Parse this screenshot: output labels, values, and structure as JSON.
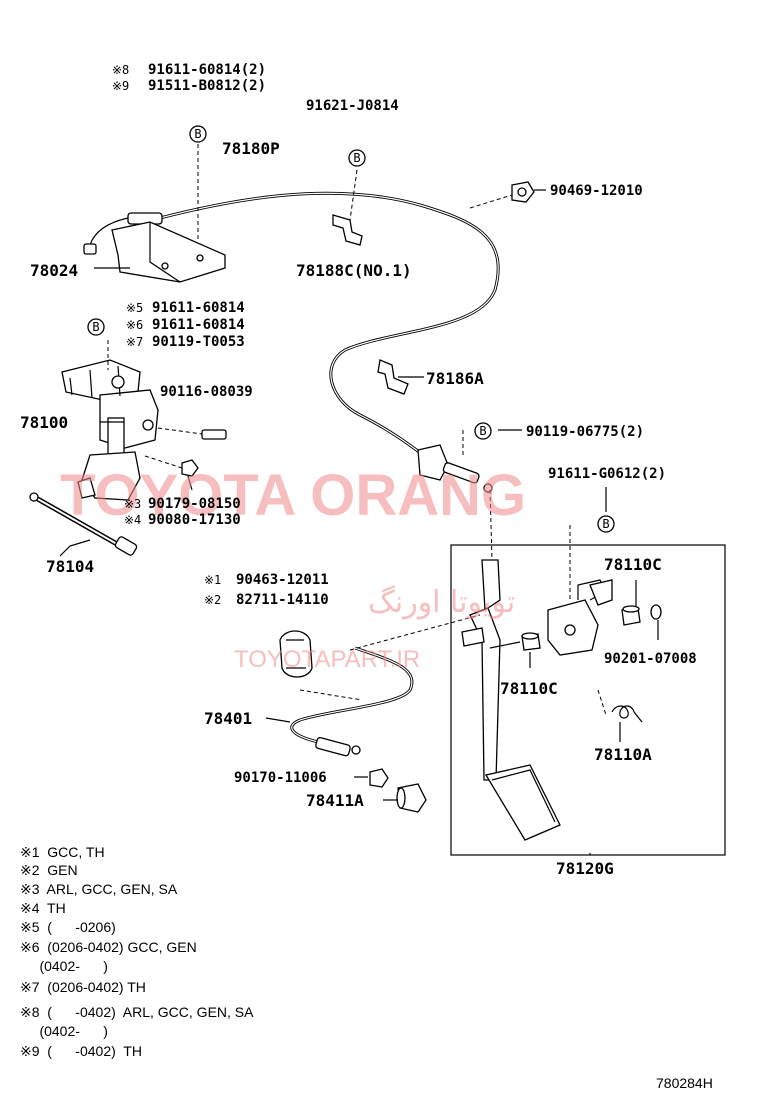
{
  "parts": {
    "p91611_60814_2": "91611-60814(2)",
    "p91511_b0812_2": "91511-B0812(2)",
    "p91621_j0814": "91621-J0814",
    "p78180p": "78180P",
    "p90469_12010": "90469-12010",
    "p78024": "78024",
    "p78188c": "78188C(NO.1)",
    "p91611_60814_a": "91611-60814",
    "p91611_60814_b": "91611-60814",
    "p90119_t0053": "90119-T0053",
    "p78186a": "78186A",
    "p90116_08039": "90116-08039",
    "p78100": "78100",
    "p90119_06775": "90119-06775(2)",
    "p91611_g0612": "91611-G0612(2)",
    "p90179_08150": "90179-08150",
    "p90080_17130": "90080-17130",
    "p78104": "78104",
    "p78110c_a": "78110C",
    "p90463_12011": "90463-12011",
    "p82711_14110": "82711-14110",
    "p90201_07008": "90201-07008",
    "p78110c_b": "78110C",
    "p78401": "78401",
    "p78110a": "78110A",
    "p90170_11006": "90170-11006",
    "p78411a": "78411A",
    "p78120g": "78120G"
  },
  "markers": {
    "m8": "※8",
    "m9": "※9",
    "m5": "※5",
    "m6": "※6",
    "m7": "※7",
    "m3": "※3",
    "m4": "※4",
    "m1": "※1",
    "m2": "※2",
    "bolt": "B"
  },
  "footnotes": [
    "※1  GCC, TH",
    "※2  GEN",
    "※3  ARL, GCC, GEN, SA",
    "※4  TH",
    "※5  (      -0206)",
    "※6  (0206-0402) GCC, GEN",
    "     (0402-      )",
    "※7  (0206-0402) TH",
    "※8  (      -0402)  ARL, GCC, GEN, SA",
    "     (0402-      )",
    "※9  (      -0402)  TH"
  ],
  "watermark": {
    "main": "TOYOTA ORANG",
    "arabic": "تویوتا اورنگ",
    "site": "TOYOTAPART.IR"
  },
  "diagram_code": "780284H"
}
